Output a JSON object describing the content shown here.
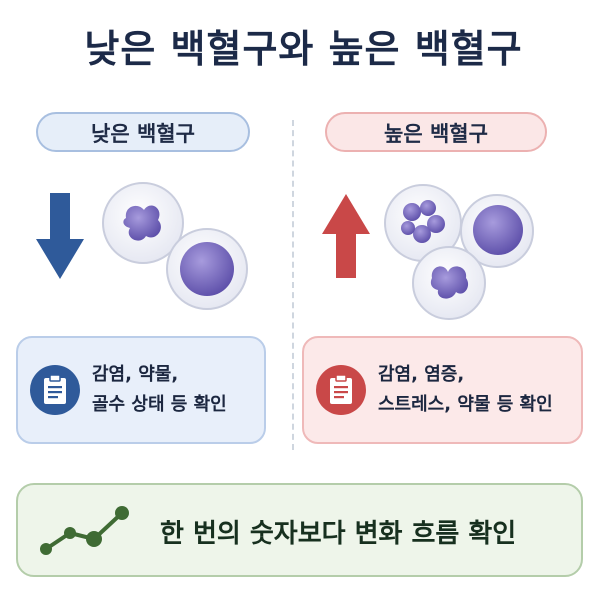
{
  "title": "낮은 백혈구와 높은 백혈구",
  "low": {
    "label": "낮은 백혈구",
    "arrow_icon": "arrow-down-icon",
    "color": "#2f5a9a",
    "card_line1": "감염, 약물,",
    "card_line2": "골수 상태 등 확인"
  },
  "high": {
    "label": "높은 백혈구",
    "arrow_icon": "arrow-up-icon",
    "color": "#c94848",
    "card_line1": "감염, 염증,",
    "card_line2": "스트레스, 약물 등 확인"
  },
  "bottom": {
    "text": "한 번의 숫자보다 변화 흐름 확인",
    "icon": "trend-line-icon",
    "color": "#3f6b34"
  }
}
